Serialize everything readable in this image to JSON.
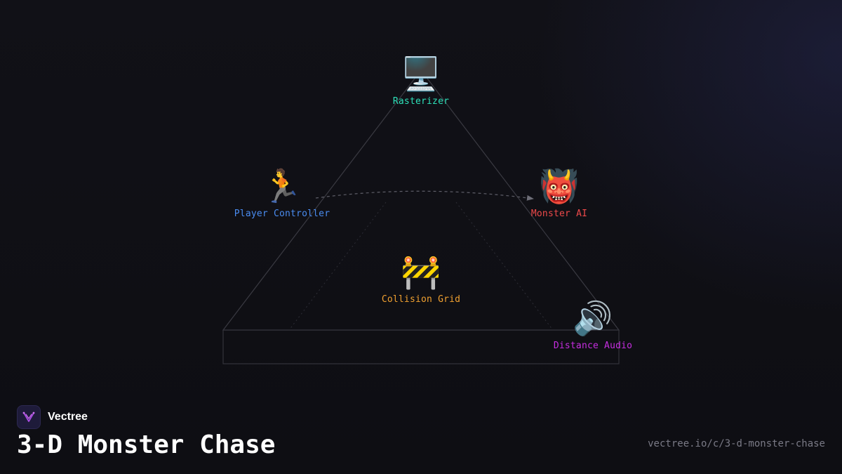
{
  "diagram": {
    "nodes": [
      {
        "id": "rasterizer",
        "emoji": "🖥️",
        "icon": "monitor-icon",
        "label": "Rasterizer",
        "color": "#2de0b8"
      },
      {
        "id": "player",
        "emoji": "🏃",
        "icon": "running-person-icon",
        "label": "Player Controller",
        "color": "#4a8cf0"
      },
      {
        "id": "monster",
        "emoji": "👹",
        "icon": "ogre-icon",
        "label": "Monster AI",
        "color": "#ee4a4a"
      },
      {
        "id": "collision",
        "emoji": "🚧",
        "icon": "construction-barrier-icon",
        "label": "Collision Grid",
        "color": "#f0a030"
      },
      {
        "id": "audio",
        "emoji": "🔊",
        "icon": "speaker-icon",
        "label": "Distance Audio",
        "color": "#c62ee0"
      }
    ],
    "edges": [
      {
        "from": "player",
        "to": "monster",
        "style": "dashed",
        "arrow": true
      }
    ]
  },
  "footer": {
    "brand_name": "Vectree",
    "brand_icon": "vectree-logo-icon",
    "title": "3-D Monster Chase",
    "url": "vectree.io/c/3-d-monster-chase"
  }
}
